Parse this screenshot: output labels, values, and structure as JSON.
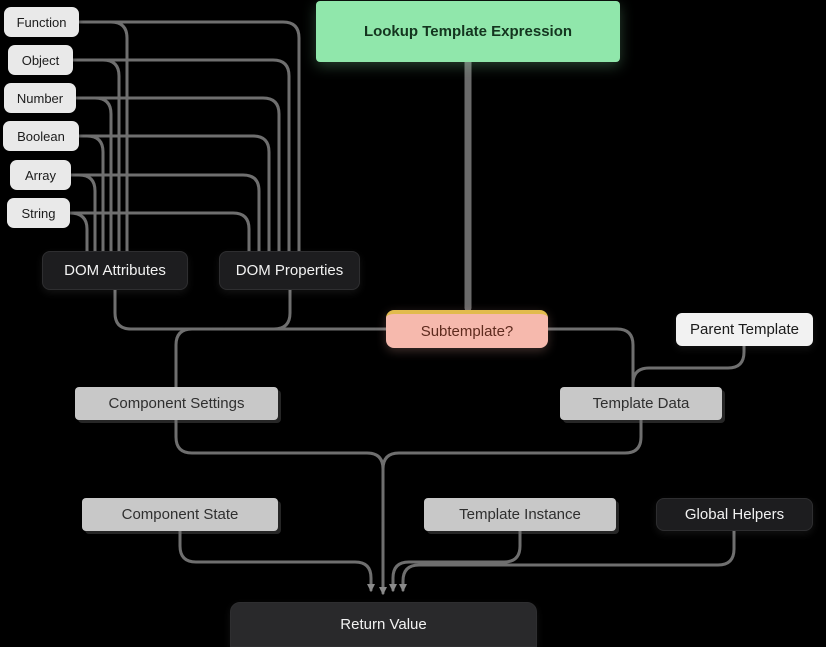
{
  "diagram": {
    "title_node": "Lookup Template Expression",
    "types": [
      "Function",
      "Object",
      "Number",
      "Boolean",
      "Array",
      "String"
    ],
    "nodes": {
      "dom_attributes": "DOM Attributes",
      "dom_properties": "DOM Properties",
      "subtemplate": "Subtemplate?",
      "parent_template": "Parent Template",
      "component_settings": "Component Settings",
      "template_data": "Template Data",
      "component_state": "Component State",
      "template_instance": "Template Instance",
      "global_helpers": "Global Helpers",
      "return_value": "Return Value"
    },
    "colors": {
      "background": "#000000",
      "connector": "#6f6f6f",
      "title_node_bg": "#90e7ab",
      "title_node_text": "#14351f",
      "type_chip_bg": "#e9e9e9",
      "dark_node_bg": "#1d1d1f",
      "dark_node_text": "#f2f2f2",
      "gray_node_bg": "#c8c8c8",
      "white_node_bg": "#f2f2f2",
      "subtemplate_bg": "#f6b9ad",
      "subtemplate_accent": "#e2bb4d",
      "subtemplate_text": "#5e2b1e"
    }
  }
}
